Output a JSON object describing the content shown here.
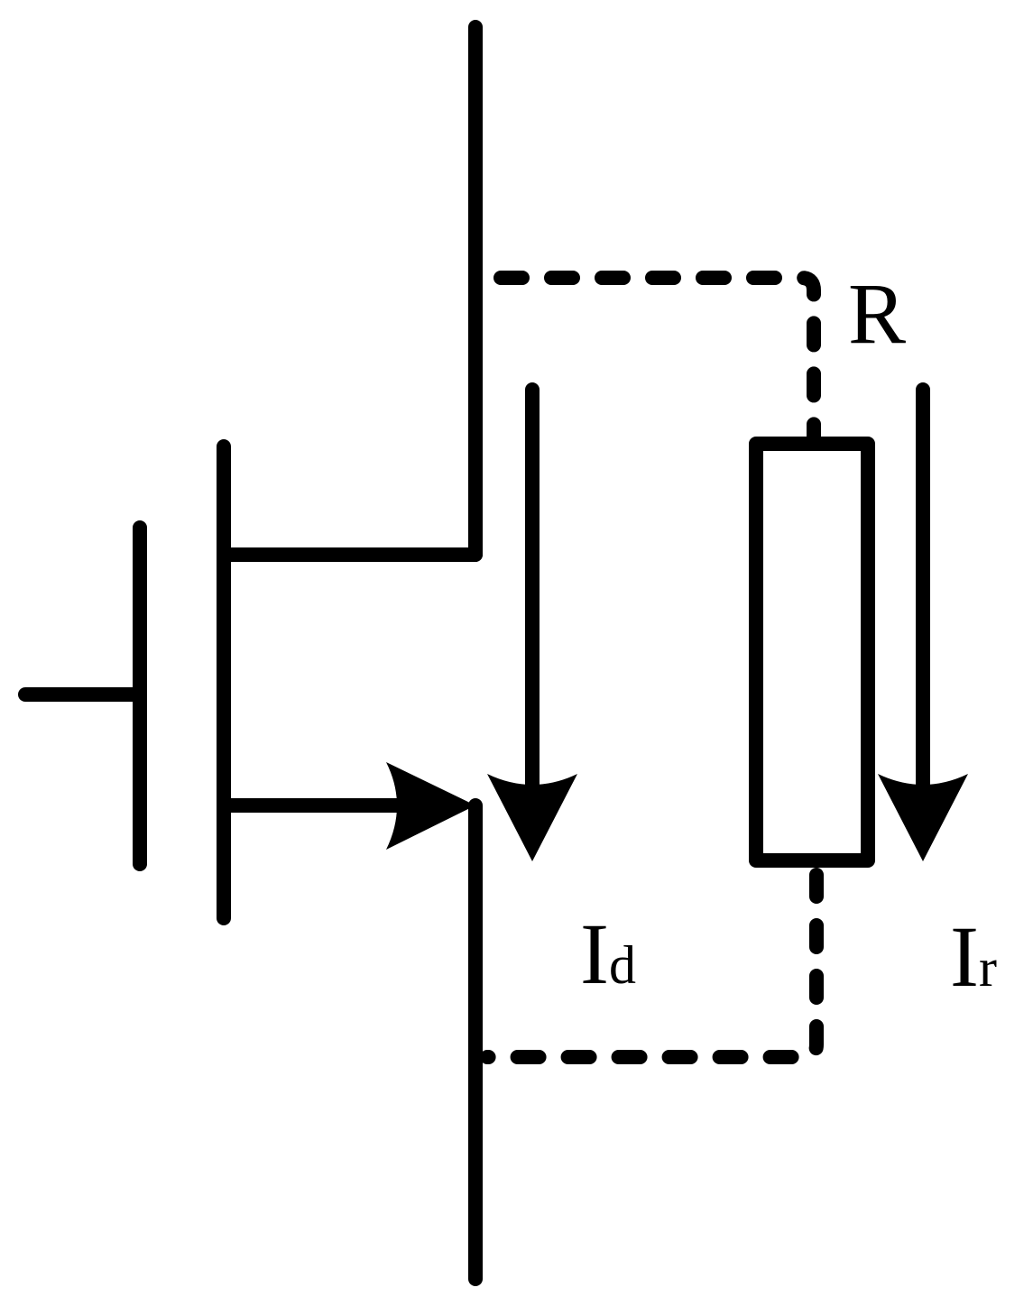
{
  "labels": {
    "resistor": "R",
    "drain_current_main": "I",
    "drain_current_sub": "d",
    "resistor_current_main": "I",
    "resistor_current_sub": "r"
  },
  "colors": {
    "stroke": "#000000",
    "background": "#ffffff"
  }
}
